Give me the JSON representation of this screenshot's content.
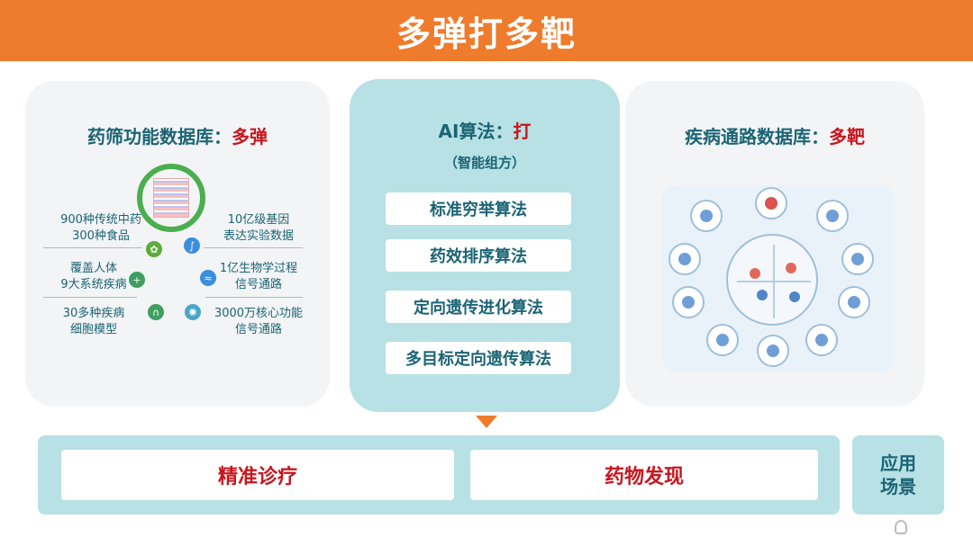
{
  "header": {
    "title": "多弹打多靶"
  },
  "left_panel": {
    "title": "药筛功能数据库：",
    "title_accent": "多弹",
    "features": [
      {
        "line1": "900种传统中药",
        "line2": "300种食品"
      },
      {
        "line1": "10亿级基因",
        "line2": "表达实验数据"
      },
      {
        "line1": "覆盖人体",
        "line2": "9大系统疾病"
      },
      {
        "line1": "1亿生物学过程",
        "line2": "信号通路"
      },
      {
        "line1": "30多种疾病",
        "line2": "细胞模型"
      },
      {
        "line1": "3000万核心功能",
        "line2": "信号通路"
      }
    ],
    "icon_colors": [
      "#5cad3c",
      "#3b8ede",
      "#3f9f5e",
      "#3b8ede",
      "#3f9f5e",
      "#4aa6c7"
    ]
  },
  "middle_panel": {
    "title": "AI算法：",
    "title_accent": "打",
    "subtitle": "（智能组方）",
    "algorithms": [
      "标准穷举算法",
      "药效排序算法",
      "定向遗传进化算法",
      "多目标定向遗传算法"
    ]
  },
  "right_panel": {
    "title": "疾病通路数据库：",
    "title_accent": "多靶"
  },
  "applications": {
    "items": [
      "精准诊疗",
      "药物发现"
    ],
    "scene_label": "应用场景"
  },
  "colors": {
    "banner": "#ef7b2c",
    "accent_red": "#c8161d",
    "teal_text": "#1b6474",
    "teal_panel": "#b7e1e4",
    "ring_green": "#4bae4f"
  }
}
